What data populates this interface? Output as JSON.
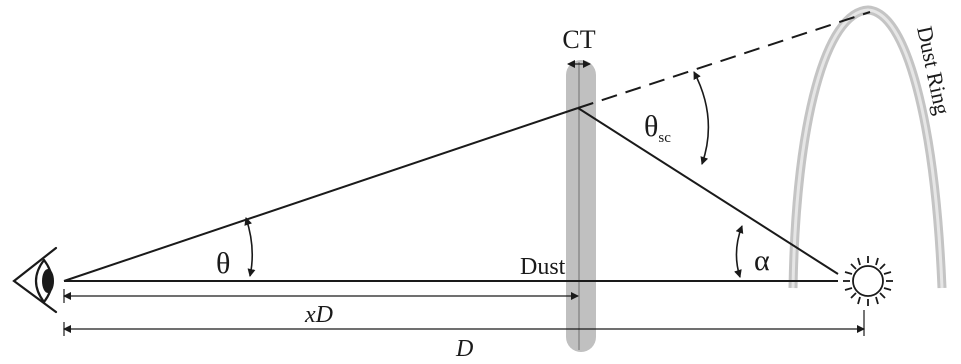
{
  "labels": {
    "ct": "CT",
    "dust_ring": "Dust Ring",
    "theta_sc_main": "θ",
    "theta_sc_sub": "sc",
    "theta": "θ",
    "alpha": "α",
    "dust": "Dust",
    "xd": "xD",
    "d": "D"
  },
  "colors": {
    "line": "#1a1a1a",
    "dust_band": "#c0c0c0",
    "ring": "#bdbdbd"
  },
  "icons": {
    "observer": "eye-icon",
    "source": "sun-icon"
  }
}
